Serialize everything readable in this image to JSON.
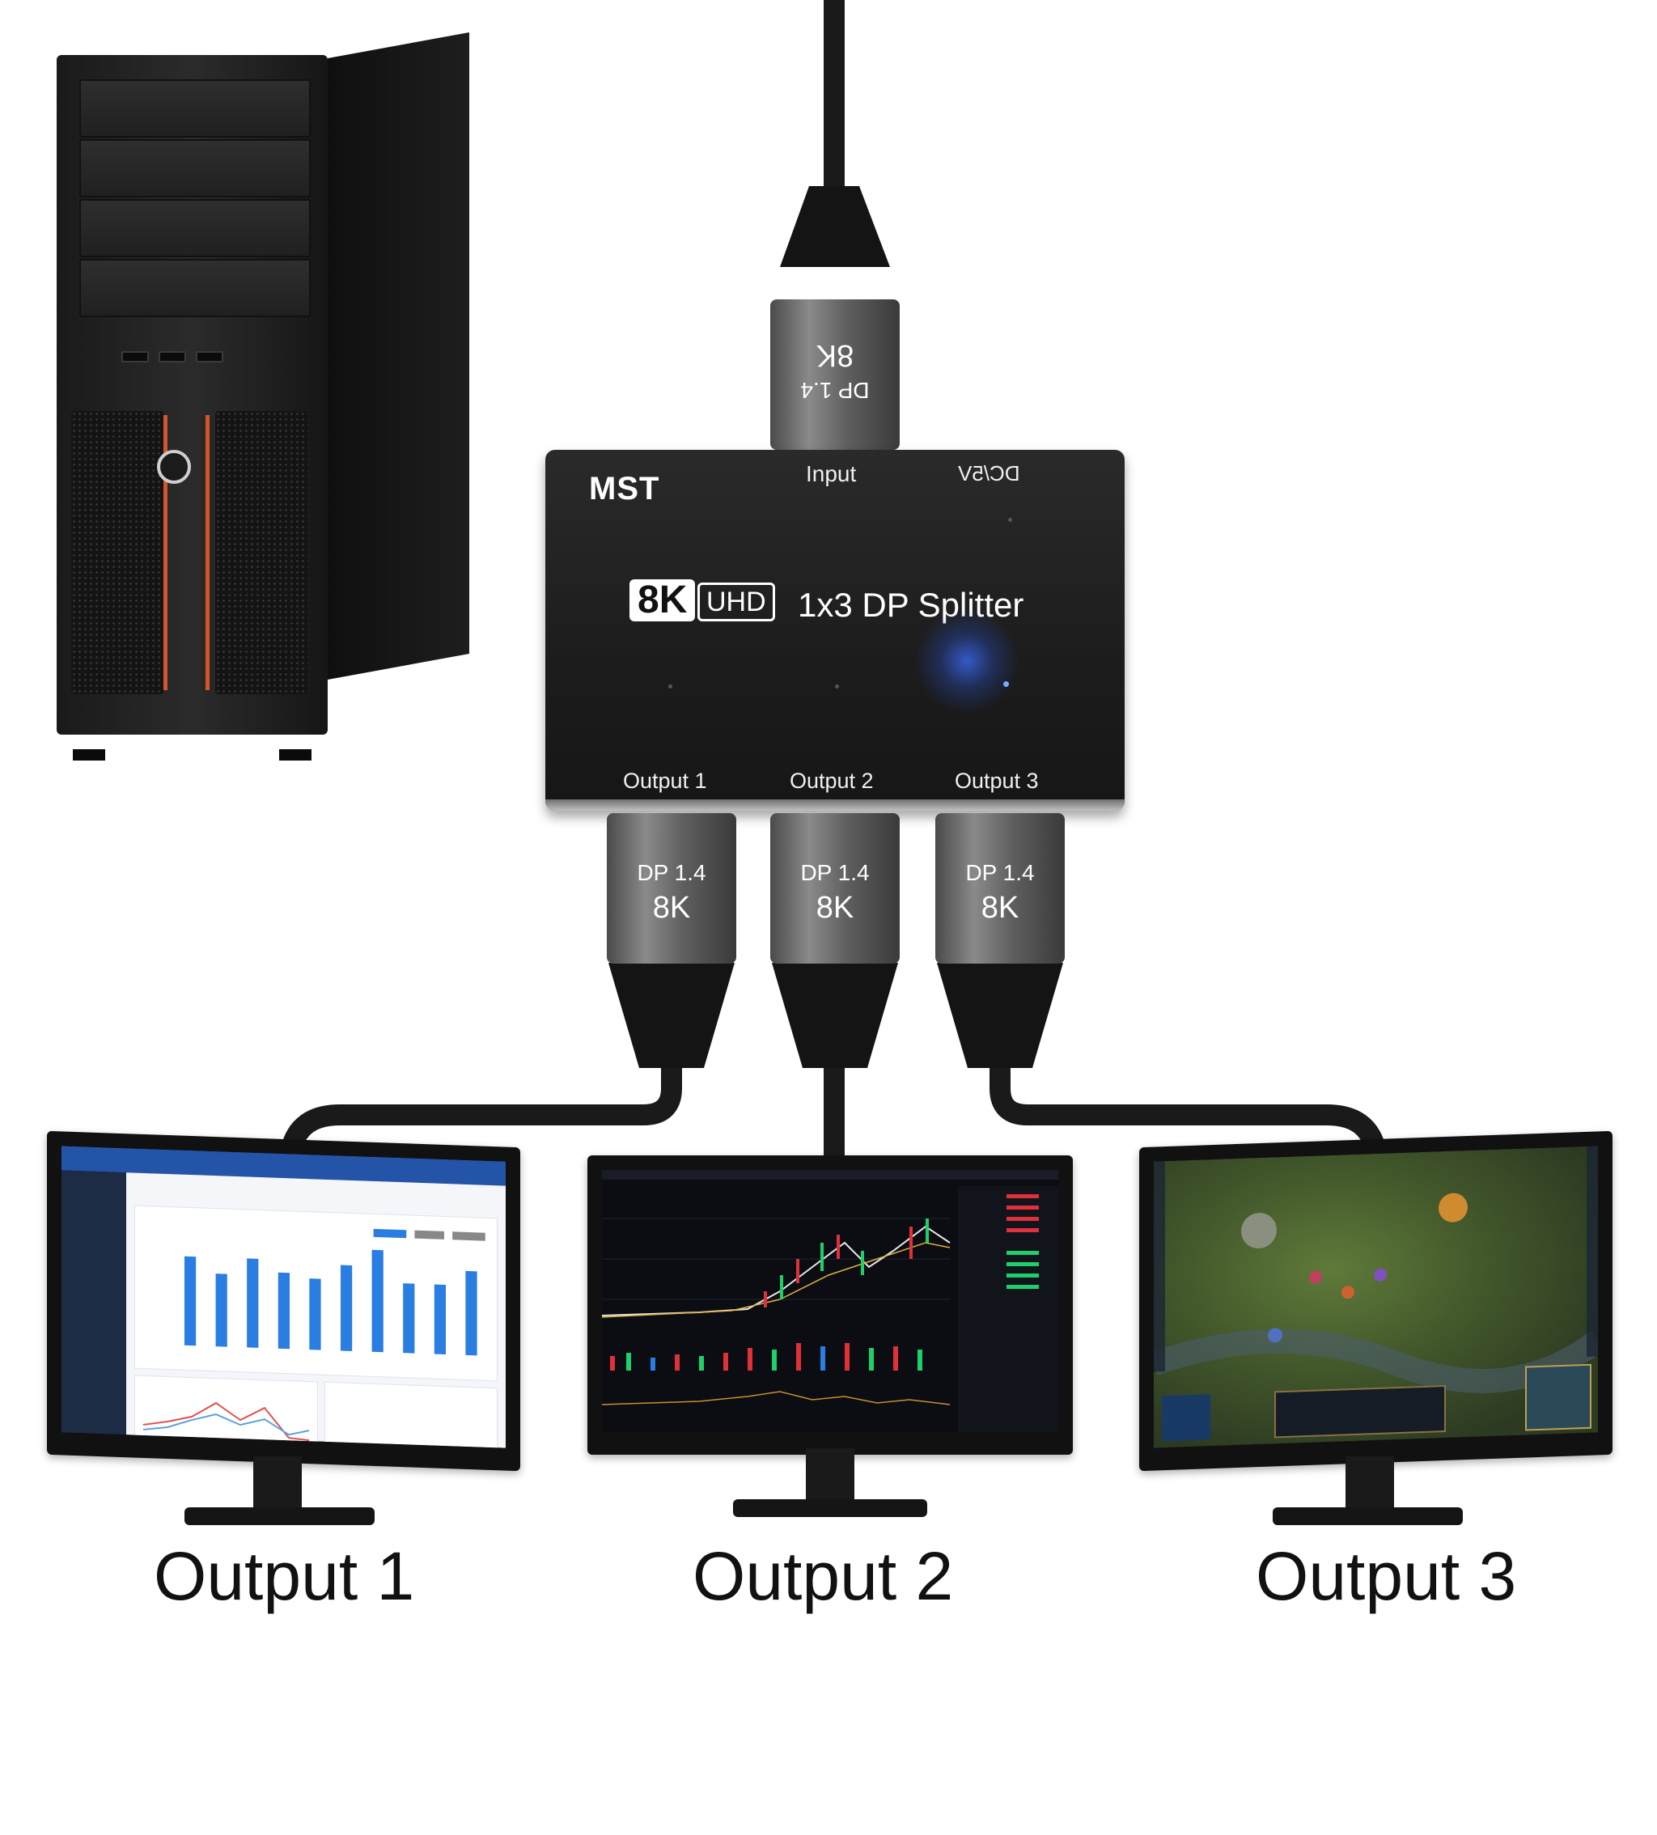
{
  "splitter": {
    "brand": "MST",
    "input_label": "Input",
    "power_label": "DC/5V",
    "badge_resolution": "8K",
    "badge_uhd": "UHD",
    "product_name": "1x3 DP Splitter",
    "output_labels": [
      "Output 1",
      "Output 2",
      "Output 3"
    ],
    "led_color": "#3c6eff"
  },
  "input_connector": {
    "line1": "DP 1.4",
    "line2": "8K"
  },
  "output_connectors": [
    {
      "line1": "DP 1.4",
      "line2": "8K"
    },
    {
      "line1": "DP 1.4",
      "line2": "8K"
    },
    {
      "line1": "DP 1.4",
      "line2": "8K"
    }
  ],
  "monitors": [
    {
      "caption": "Output 1",
      "content": "dashboard"
    },
    {
      "caption": "Output 2",
      "content": "trading-chart"
    },
    {
      "caption": "Output 3",
      "content": "game"
    }
  ],
  "colors": {
    "tower_accent": "#d4542b",
    "dashboard_bars": "#2a7de1",
    "candle_up": "#1fcf6a",
    "candle_down": "#e0303a"
  }
}
